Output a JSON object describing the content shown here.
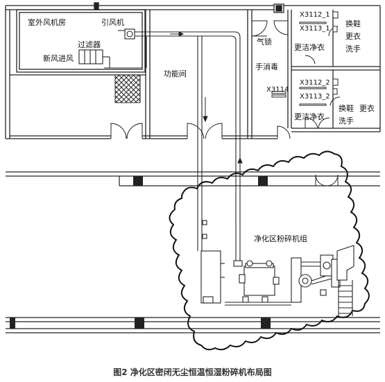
{
  "labels": {
    "outdoor_fan_room": "室外风机房",
    "induced_fan": "引风机",
    "filter": "过滤器",
    "fresh_air_inlet": "新风进风",
    "function_room": "功能间",
    "airlock": "气锁",
    "hand_disinfect": "手消毒",
    "clean_clothes_1": "更洁净衣",
    "clean_clothes_2": "更洁净衣",
    "change_shoes_1": "换鞋",
    "change_clothes_1a": "更衣",
    "wash_hands_1": "洗手",
    "change_shoes_2": "换鞋",
    "change_clothes_2": "更衣",
    "wash_hands_2": "洗手",
    "door_x3112_1": "X3112_1",
    "door_x3113_1": "X3113_1",
    "door_x3112_2": "X3112_2",
    "door_x3113_2": "X3113_2",
    "door_x3114": "X3114",
    "crusher_group": "净化区粉碎机组"
  },
  "caption": "图2   净化区密闭无尘恒温恒湿粉碎机布局图"
}
